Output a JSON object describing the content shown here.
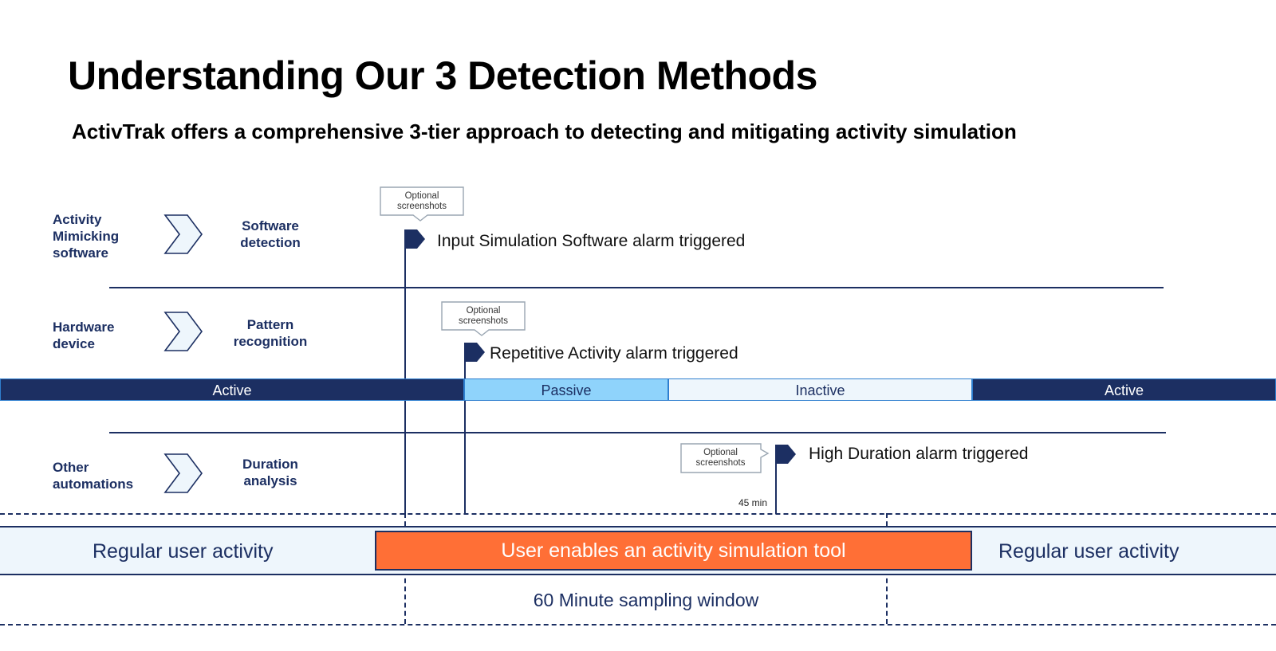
{
  "title": "Understanding Our 3 Detection Methods",
  "subtitle": "ActivTrak offers a comprehensive 3-tier approach to detecting and mitigating activity simulation",
  "rows": [
    {
      "source": [
        "Activity",
        "Mimicking",
        "software"
      ],
      "method": [
        "Software",
        "detection"
      ],
      "alarm": "Input Simulation Software alarm triggered"
    },
    {
      "source": [
        "Hardware",
        "device"
      ],
      "method": [
        "Pattern",
        "recognition"
      ],
      "alarm": "Repetitive Activity alarm triggered"
    },
    {
      "source": [
        "Other",
        "automations"
      ],
      "method": [
        "Duration",
        "analysis"
      ],
      "alarm": "High Duration alarm triggered"
    }
  ],
  "callout": [
    "Optional",
    "screenshots"
  ],
  "status_bar": [
    {
      "label": "Active",
      "state": "active"
    },
    {
      "label": "Passive",
      "state": "passive"
    },
    {
      "label": "Inactive",
      "state": "inactive"
    },
    {
      "label": "Active",
      "state": "active"
    }
  ],
  "duration_marker": "45 min",
  "user_activity": {
    "left": "Regular user activity",
    "middle": "User enables an activity simulation tool",
    "right": "Regular user activity"
  },
  "sampling_window": "60 Minute sampling window",
  "colors": {
    "navy": "#1c2f62",
    "passive_blue": "#8fd3fb",
    "inactive_blue": "#eef6fc",
    "orange": "#ff6f36"
  }
}
